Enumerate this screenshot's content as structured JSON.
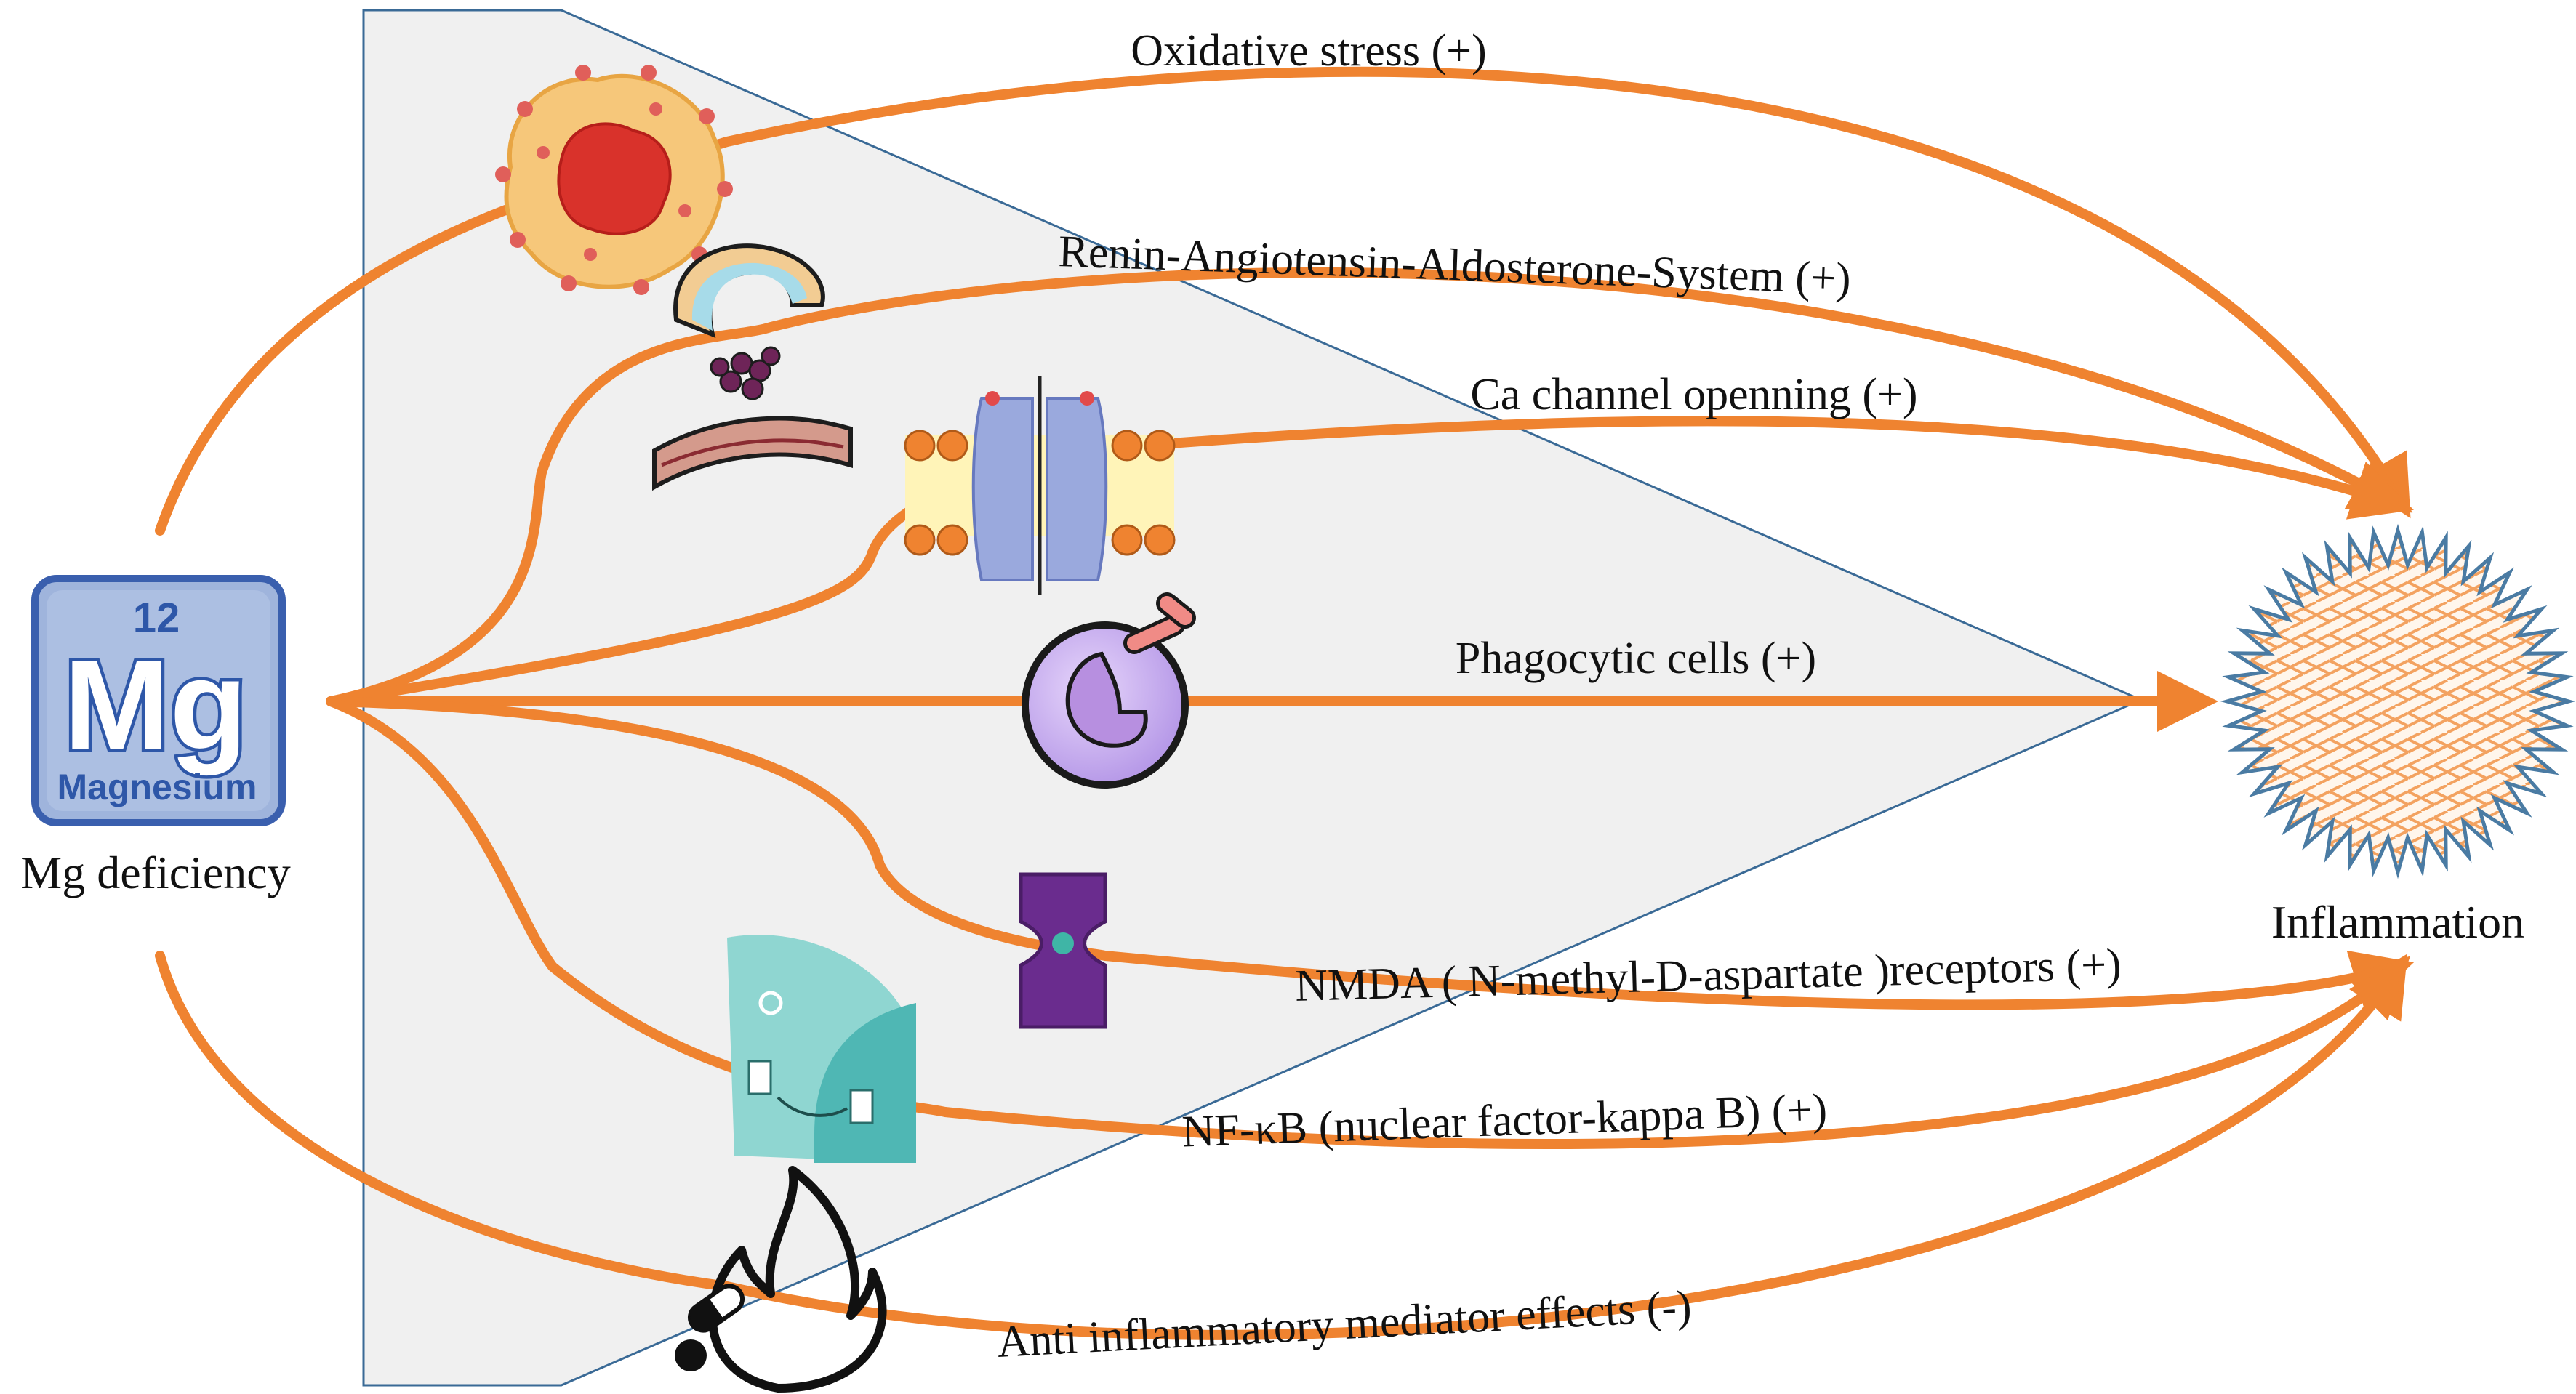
{
  "colors": {
    "arrow": "#ef8330",
    "background_panel": "#f0f0f0",
    "panel_border": "#3a6a96",
    "mg_tile": "#8fa7d6",
    "mg_tile_dark": "#3a5fae",
    "inflammation_fill": "#f3a260",
    "inflammation_outline": "#4a7ba3"
  },
  "source": {
    "element_number": "12",
    "element_symbol": "Mg",
    "element_name": "Magnesium",
    "label": "Mg deficiency"
  },
  "target": {
    "label": "Inflammation"
  },
  "pathways": [
    {
      "label": "Oxidative stress (+)",
      "icon": "cell-icon"
    },
    {
      "label": "Renin-Angiotensin-Aldosterone-System (+)",
      "icon": "kidney-nephron-icon"
    },
    {
      "label": "Ca channel openning (+)",
      "icon": "ion-channel-membrane-icon"
    },
    {
      "label": "Phagocytic cells (+)",
      "icon": "phagocyte-icon"
    },
    {
      "label": "NMDA ( N-methyl-D-aspartate )receptors (+)",
      "icon": "receptor-icon"
    },
    {
      "label": "NF-κB (nuclear factor-kappa B) (+)",
      "icon": "nucleus-signaling-icon"
    },
    {
      "label": "Anti inflammatory mediator effects (-)",
      "icon": "flame-pill-icon"
    }
  ]
}
